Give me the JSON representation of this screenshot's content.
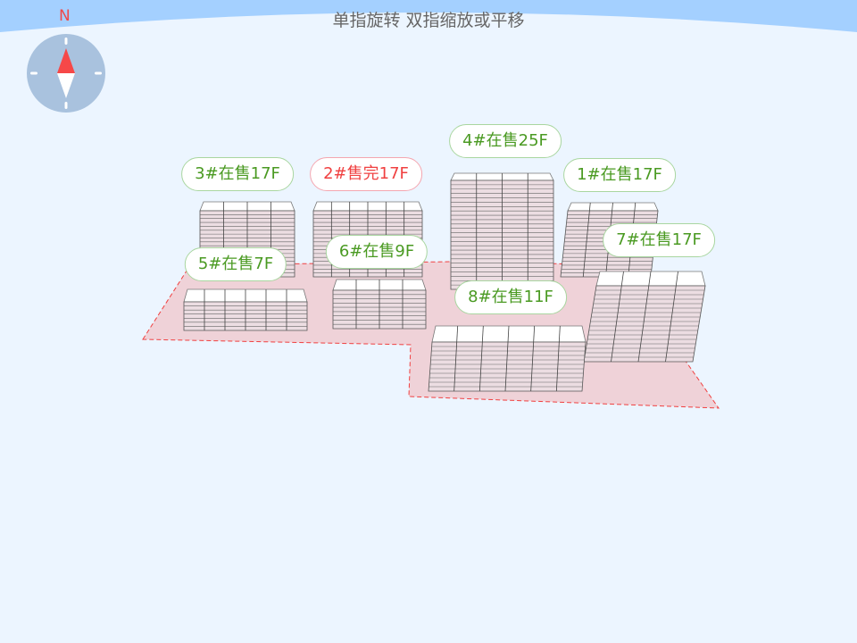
{
  "hint": "单指旋转 双指缩放或平移",
  "compass": {
    "north_label": "N",
    "needle_north_color": "#f64848",
    "dial_color": "#a9c2de"
  },
  "site": {
    "fill": "#efd2d8",
    "border": "#f04040"
  },
  "buildings": [
    {
      "id": "3",
      "label": "3#在售17F",
      "status": "在售"
    },
    {
      "id": "2",
      "label": "2#售完17F",
      "status": "售完"
    },
    {
      "id": "4",
      "label": "4#在售25F",
      "status": "在售"
    },
    {
      "id": "1",
      "label": "1#在售17F",
      "status": "在售"
    },
    {
      "id": "7",
      "label": "7#在售17F",
      "status": "在售"
    },
    {
      "id": "5",
      "label": "5#在售7F",
      "status": "在售"
    },
    {
      "id": "6",
      "label": "6#在售9F",
      "status": "在售"
    },
    {
      "id": "8",
      "label": "8#在售11F",
      "status": "在售"
    }
  ]
}
